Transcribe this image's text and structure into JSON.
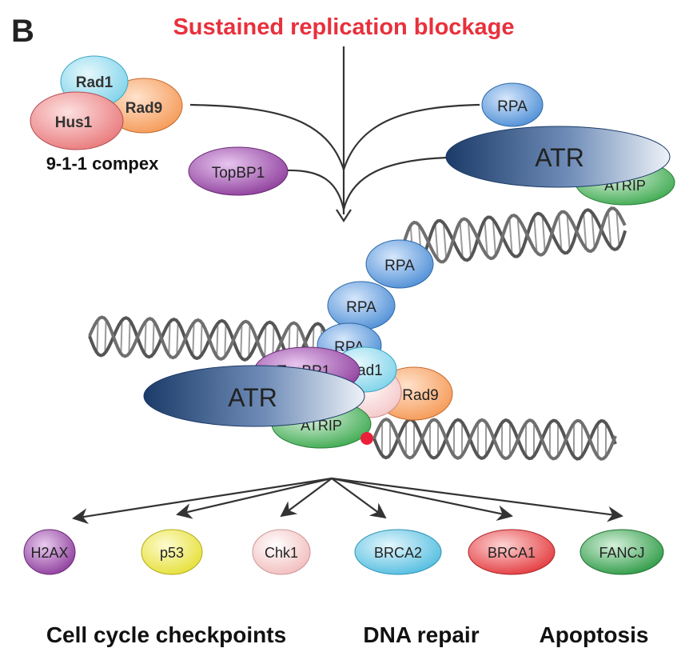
{
  "panel_label": "B",
  "title": "Sustained replication blockage",
  "complex_label": "9-1-1 compex",
  "proteins": {
    "rad1": "Rad1",
    "rad9": "Rad9",
    "hus1": "Hus1",
    "topbp1": "TopBP1",
    "rpa": "RPA",
    "atr": "ATR",
    "atrip": "ATRIP",
    "rpa_partial": "RPA"
  },
  "targets": [
    "H2AX",
    "p53",
    "Chk1",
    "BRCA2",
    "BRCA1",
    "FANCJ"
  ],
  "outcomes": [
    "Cell cycle checkpoints",
    "DNA repair",
    "Apoptosis"
  ],
  "colors": {
    "title": "#e8313c",
    "rad1": "#7fd3ea",
    "rad9": "#f59a57",
    "hus1": "#e9797b",
    "topbp1": "#8e3e9c",
    "rpa": "#4f8fd6",
    "atr_dark": "#1d3b68",
    "atr_light": "#eef2f8",
    "atrip": "#3eaa50",
    "h2ax": "#8e3e9c",
    "p53": "#e6e038",
    "chk1": "#f5c6c6",
    "brca2": "#52bde0",
    "brca1": "#e33a3e",
    "fancj": "#2e9a46",
    "dna": "#7a7a7a",
    "damage": "#e8203a"
  }
}
